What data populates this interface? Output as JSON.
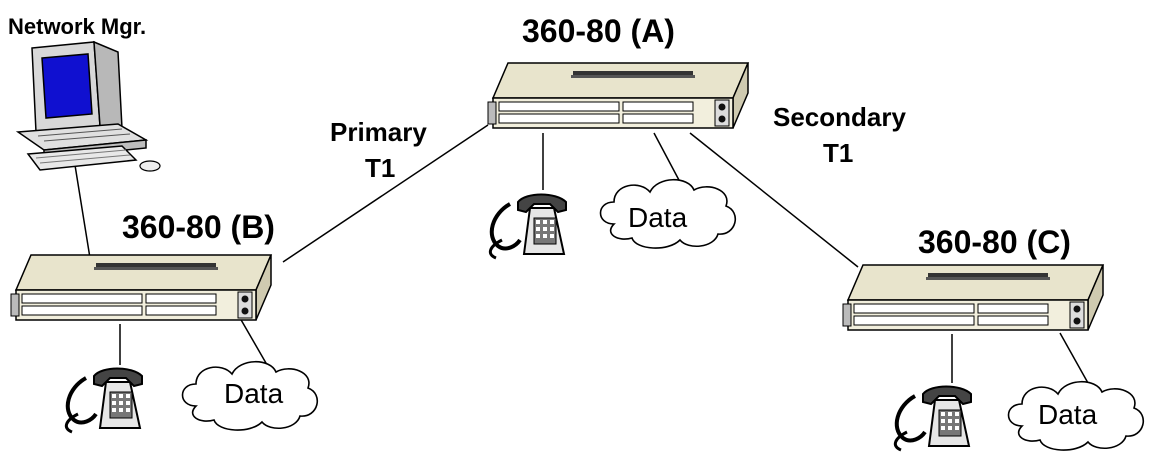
{
  "labels": {
    "network_mgr": "Network Mgr.",
    "device_a": "360-80 (A)",
    "device_b": "360-80 (B)",
    "device_c": "360-80 (C)",
    "primary_line1": "Primary",
    "primary_line2": "T1",
    "secondary_line1": "Secondary",
    "secondary_line2": "T1",
    "data_a": "Data",
    "data_b": "Data",
    "data_c": "Data"
  },
  "icons": {
    "computer": "computer-icon",
    "device": "rack-unit-icon",
    "phone": "telephone-icon",
    "cloud": "data-cloud-icon"
  },
  "colors": {
    "device_face": "#f2efdd",
    "device_top": "#e8e4cc",
    "screen": "#1010d0",
    "line": "#000000"
  }
}
